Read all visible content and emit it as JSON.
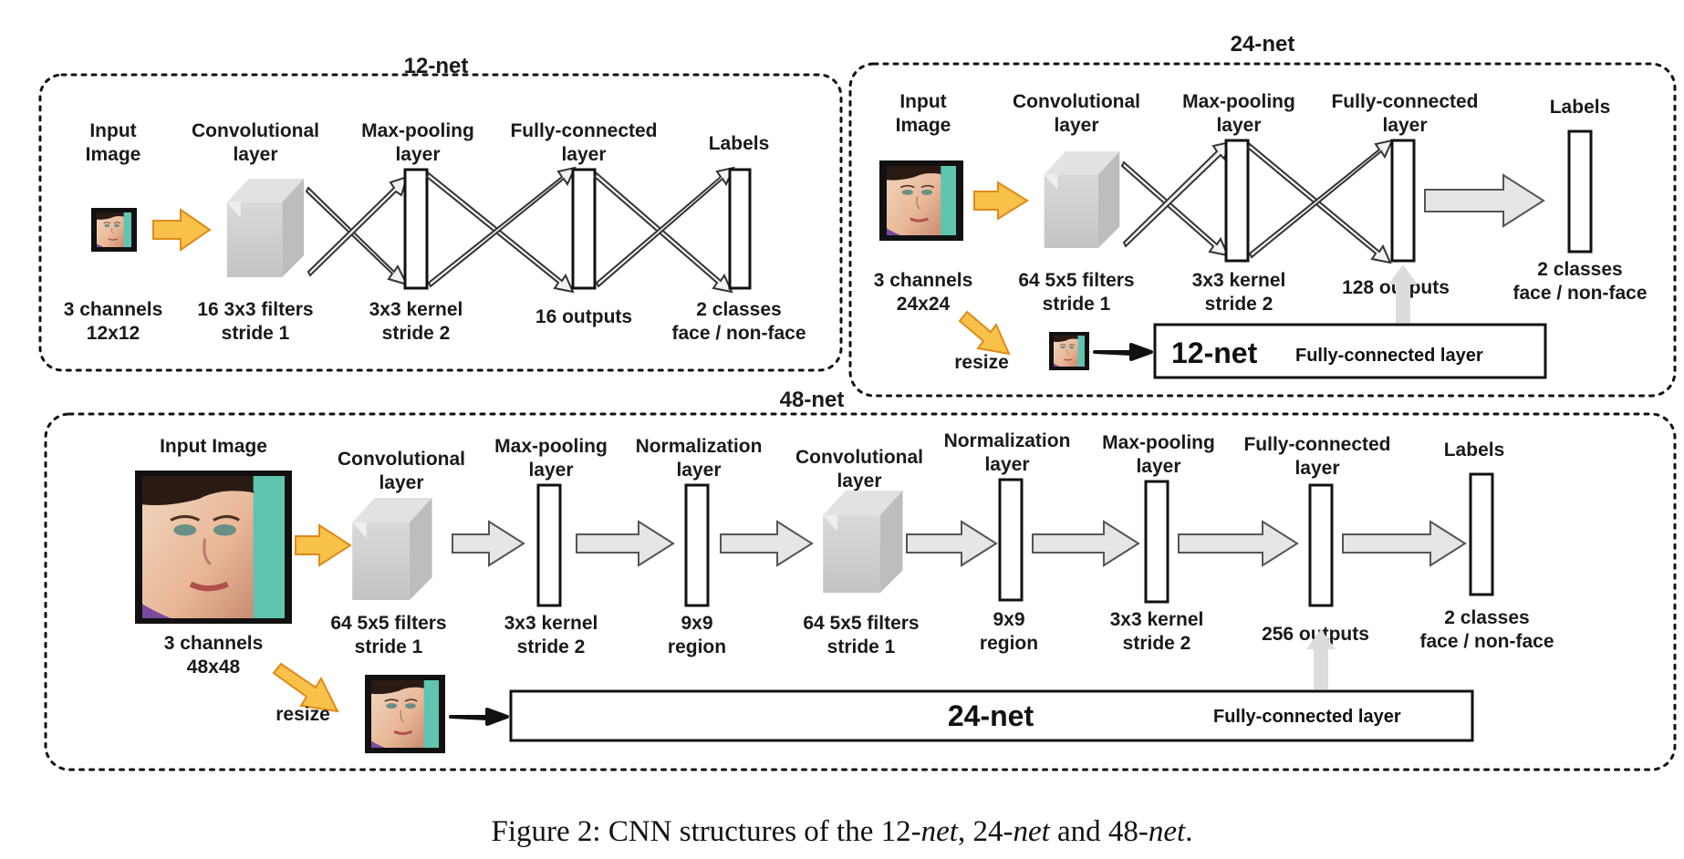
{
  "net12": {
    "title": "12-net",
    "labels": {
      "input_l1": "Input",
      "input_l2": "Image",
      "conv_l1": "Convolutional",
      "conv_l2": "layer",
      "pool_l1": "Max-pooling",
      "pool_l2": "layer",
      "fc_l1": "Fully-connected",
      "fc_l2": "layer",
      "out": "Labels"
    },
    "bottom": {
      "input_l1": "3 channels",
      "input_l2": "12x12",
      "conv_l1": "16 3x3 filters",
      "conv_l2": "stride 1",
      "pool_l1": "3x3 kernel",
      "pool_l2": "stride 2",
      "fc_l1": "16 outputs",
      "out_l1": "2 classes",
      "out_l2": "face / non-face"
    }
  },
  "net24": {
    "title": "24-net",
    "labels": {
      "input_l1": "Input",
      "input_l2": "Image",
      "conv_l1": "Convolutional",
      "conv_l2": "layer",
      "pool_l1": "Max-pooling",
      "pool_l2": "layer",
      "fc_l1": "Fully-connected",
      "fc_l2": "layer",
      "out": "Labels"
    },
    "bottom": {
      "input_l1": "3 channels",
      "input_l2": "24x24",
      "conv_l1": "64 5x5 filters",
      "conv_l2": "stride 1",
      "pool_l1": "3x3 kernel",
      "pool_l2": "stride 2",
      "fc_l1": "128 outputs",
      "out_l1": "2 classes",
      "out_l2": "face / non-face"
    },
    "resize": "resize",
    "sub_name": "12-net",
    "sub_desc": "Fully-connected layer"
  },
  "net48": {
    "title": "48-net",
    "labels": {
      "input": "Input Image",
      "conv1_l1": "Convolutional",
      "conv1_l2": "layer",
      "pool1_l1": "Max-pooling",
      "pool1_l2": "layer",
      "norm1_l1": "Normalization",
      "norm1_l2": "layer",
      "conv2_l1": "Convolutional",
      "conv2_l2": "layer",
      "norm2_l1": "Normalization",
      "norm2_l2": "layer",
      "pool2_l1": "Max-pooling",
      "pool2_l2": "layer",
      "fc_l1": "Fully-connected",
      "fc_l2": "layer",
      "out": "Labels"
    },
    "bottom": {
      "input_l1": "3 channels",
      "input_l2": "48x48",
      "conv1_l1": "64 5x5 filters",
      "conv1_l2": "stride 1",
      "pool1_l1": "3x3 kernel",
      "pool1_l2": "stride 2",
      "norm1_l1": "9x9",
      "norm1_l2": "region",
      "conv2_l1": "64 5x5 filters",
      "conv2_l2": "stride 1",
      "norm2_l1": "9x9",
      "norm2_l2": "region",
      "pool2_l1": "3x3 kernel",
      "pool2_l2": "stride 2",
      "fc_l1": "256 outputs",
      "out_l1": "2 classes",
      "out_l2": "face / non-face"
    },
    "resize": "resize",
    "sub_name": "24-net",
    "sub_desc": "Fully-connected layer"
  },
  "caption": {
    "prefix": "Figure 2: CNN structures of the 12-",
    "net1": "net",
    "mid1": ", 24-",
    "net2": "net",
    "mid2": " and 48-",
    "net3": "net",
    "suffix": "."
  },
  "colors": {
    "orange_fill": "#f7c14a",
    "orange_stroke": "#e08a1a",
    "gray_arrow": "#e6e6e6",
    "conv_block": "#cfcfcf",
    "teal": "#5fc5b0"
  }
}
